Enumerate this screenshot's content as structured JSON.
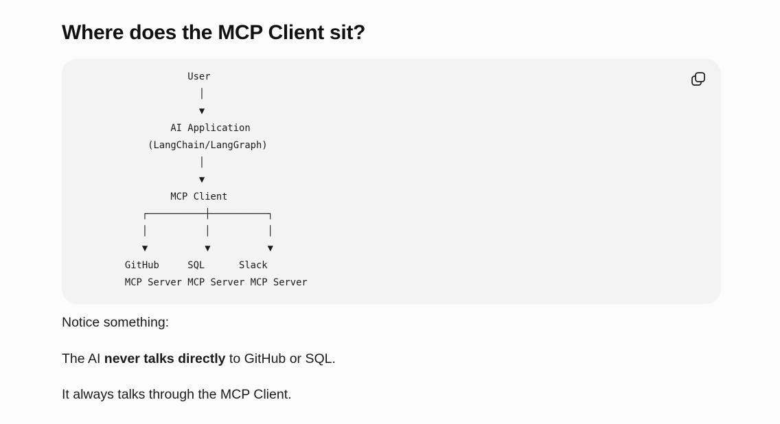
{
  "heading": "Where does the MCP Client sit?",
  "code_block": {
    "lines": [
      "              User",
      "                │",
      "                ▼",
      "           AI Application",
      "       (LangChain/LangGraph)",
      "                │",
      "                ▼",
      "           MCP Client",
      "      ┌──────────┼──────────┐",
      "      │          │          │",
      "      ▼          ▼          ▼",
      "   GitHub     SQL      Slack",
      "   MCP Server MCP Server MCP Server"
    ],
    "copy_icon": "copy-icon"
  },
  "paragraphs": {
    "notice": "Notice something:",
    "line2_prefix": "The AI ",
    "line2_bold": "never talks directly",
    "line2_suffix": " to GitHub or SQL.",
    "line3": "It always talks through the MCP Client."
  }
}
